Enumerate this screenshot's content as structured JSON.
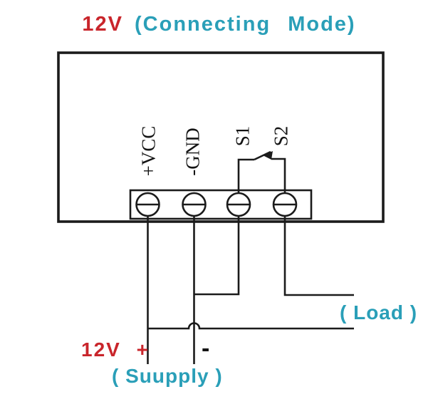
{
  "title": {
    "voltage": "12V",
    "mode": "(Connecting Mode)"
  },
  "device": {
    "terminals": [
      {
        "id": "vcc",
        "label": "+VCC"
      },
      {
        "id": "gnd",
        "label": "-GND"
      },
      {
        "id": "s1",
        "label": "S1"
      },
      {
        "id": "s2",
        "label": "S2"
      }
    ]
  },
  "annotations": {
    "load": "( Load )",
    "supply_positive": "12V +",
    "supply_negative": "-",
    "supply": "( Suupply )"
  },
  "icons": {
    "screw_terminal": "circle-with-slot",
    "relay_contact": "open-switch-arrow"
  },
  "colors": {
    "red": "#c9252b",
    "teal": "#2a9fb8",
    "wire": "#1b1b1b"
  }
}
